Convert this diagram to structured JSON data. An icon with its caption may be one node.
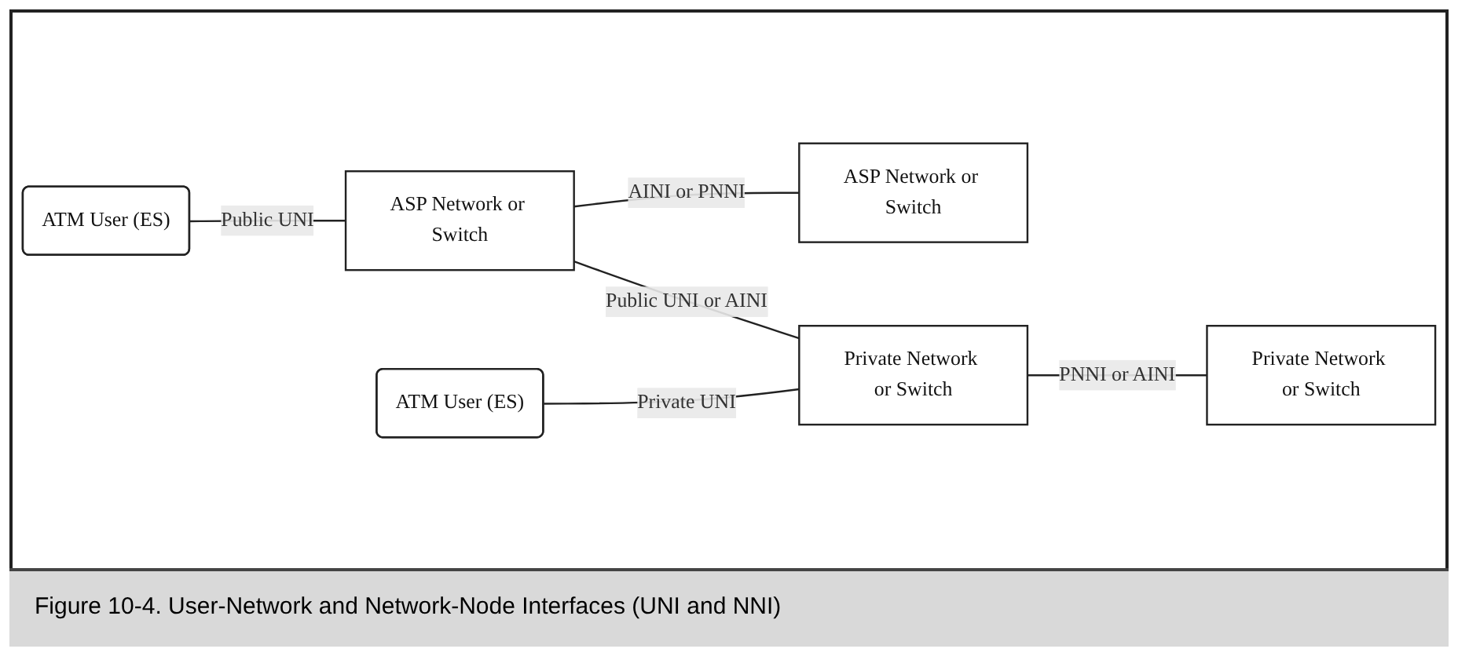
{
  "diagram": {
    "caption": "Figure 10-4. User-Network and Network-Node Interfaces (UNI and NNI)",
    "nodes": [
      {
        "text": [
          "ASP Network or Switch"
        ]
      },
      {
        "text": [
          "ASP Network or Switch"
        ]
      },
      {
        "text": [
          "ATM User (ES)"
        ]
      },
      {
        "text": [
          "ATM User (ES)"
        ]
      },
      {
        "text": [
          "Private Network or Switch"
        ]
      },
      {
        "text": [
          "Private Network or Switch"
        ]
      }
    ],
    "edges": [
      {
        "from": 2,
        "to": 0,
        "arrow": "none",
        "label": "Public UNI"
      },
      {
        "from": 0,
        "to": 1,
        "arrow": "none",
        "label": "AINI or PNNI"
      },
      {
        "from": 0,
        "to": 4,
        "arrow": "none",
        "label": "Public UNI or AINI"
      },
      {
        "from": 3,
        "to": 4,
        "arrow": "none",
        "label": "Private UNI"
      },
      {
        "from": 4,
        "to": 5,
        "arrow": "none",
        "label": "PNNI or AINI"
      }
    ]
  }
}
